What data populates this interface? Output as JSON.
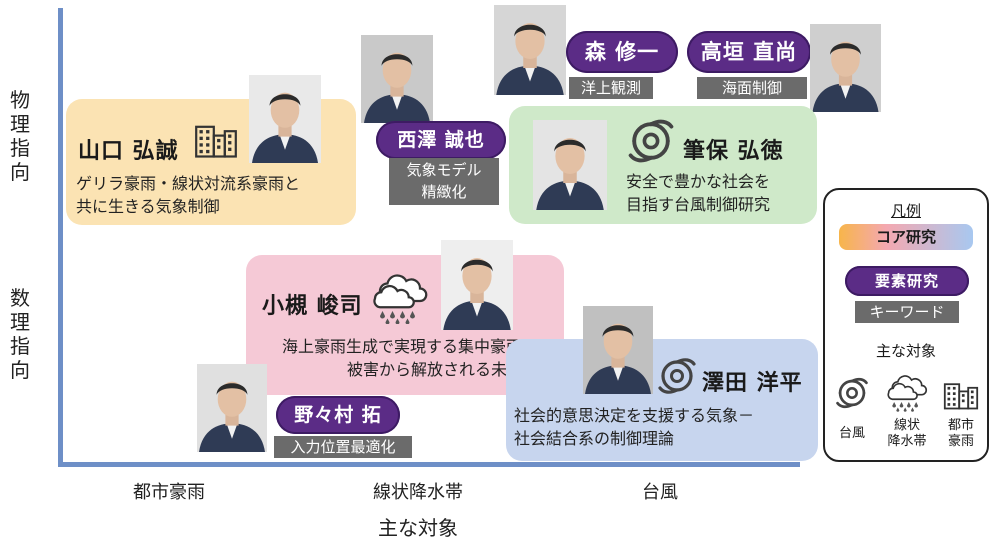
{
  "axes": {
    "y_label_top": [
      "物",
      "理",
      "指",
      "向"
    ],
    "y_label_bottom": [
      "数",
      "理",
      "指",
      "向"
    ],
    "x_ticks": [
      "都市豪雨",
      "線状降水帯",
      "台風"
    ],
    "x_title": "主な対象"
  },
  "core_research": {
    "yamaguchi": {
      "name": "山口 弘誠",
      "desc_line1": "ゲリラ豪雨・線状対流系豪雨と",
      "desc_line2": "共に生きる気象制御",
      "icon": "building-icon"
    },
    "fudeyasu": {
      "name": "筆保 弘徳",
      "desc_line1": "安全で豊かな社会を",
      "desc_line2": "目指す台風制御研究",
      "icon": "typhoon-icon"
    },
    "kotsuki": {
      "name": "小槻 峻司",
      "desc_line1": "海上豪雨生成で実現する集中豪雨",
      "desc_line2": "被害から解放される未来",
      "icon": "rain-cloud-icon"
    },
    "sawada": {
      "name": "澤田 洋平",
      "desc_line1": "社会的意思決定を支援する気象－",
      "desc_line2": "社会結合系の制御理論",
      "icon": "typhoon-icon"
    }
  },
  "element_research": {
    "mori": {
      "name": "森 修一",
      "keyword": "洋上観測"
    },
    "takagaki": {
      "name": "高垣 直尚",
      "keyword": "海面制御"
    },
    "nishizawa": {
      "name": "西澤 誠也",
      "keyword_line1": "気象モデル",
      "keyword_line2": "精緻化"
    },
    "nonomura": {
      "name": "野々村 拓",
      "keyword": "入力位置最適化"
    }
  },
  "legend": {
    "title": "凡例",
    "core_label": "コア研究",
    "element_label": "要素研究",
    "keyword_label": "キーワード",
    "targets_label": "主な対象",
    "icons": [
      {
        "icon": "typhoon-icon",
        "label_line1": "台風",
        "label_line2": ""
      },
      {
        "icon": "rain-cloud-icon",
        "label_line1": "線状",
        "label_line2": "降水帯"
      },
      {
        "icon": "building-icon",
        "label_line1": "都市",
        "label_line2": "豪雨"
      }
    ]
  },
  "colors": {
    "axis": "#6e8fc7",
    "core_yellow": "#fbe3b3",
    "core_green": "#cfe9c9",
    "core_pink": "#f5c9d6",
    "core_blue": "#c7d5ee",
    "pill": "#5b2c86",
    "keyword": "#6b6b6b"
  }
}
